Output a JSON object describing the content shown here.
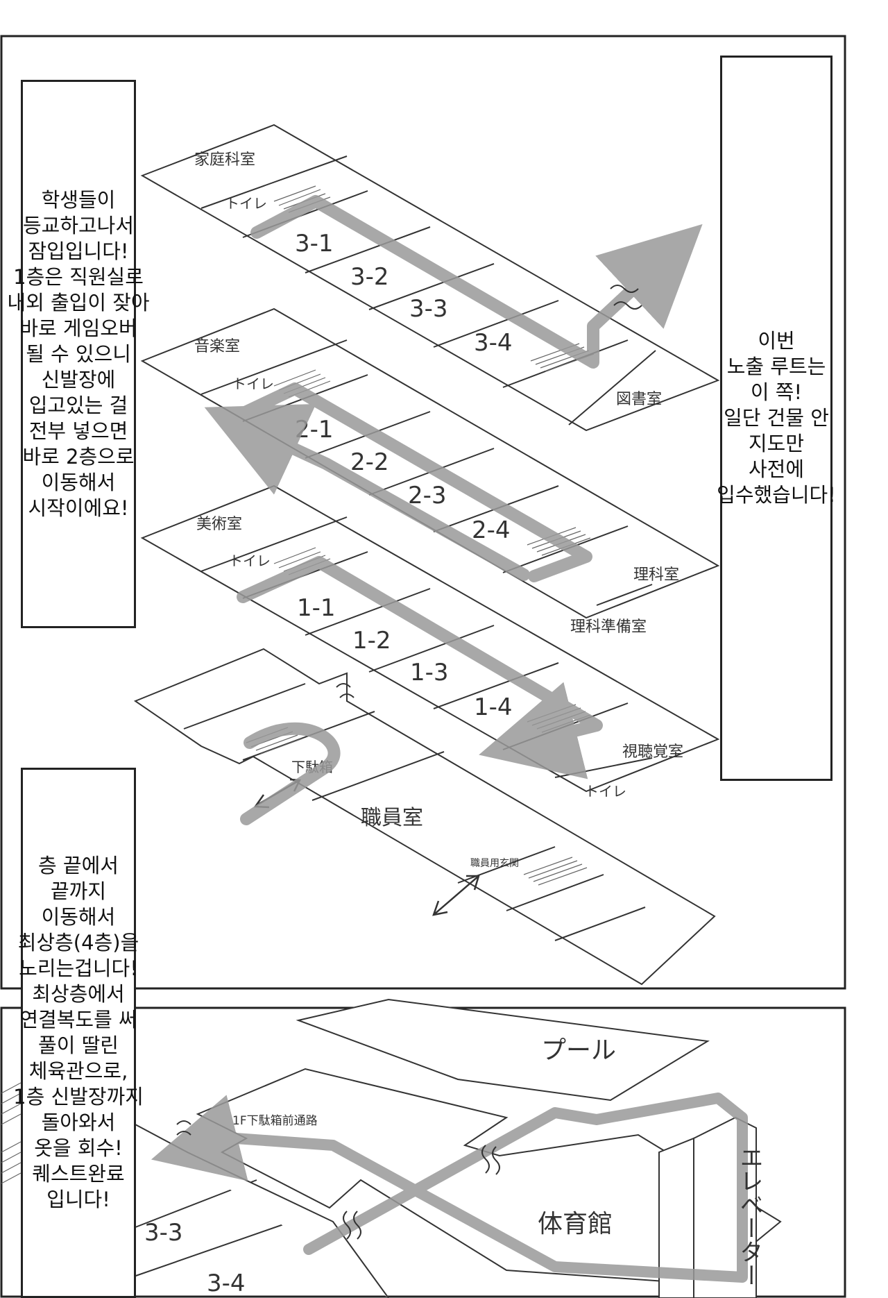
{
  "captions": {
    "left_top": [
      "학생들이",
      "등교하고나서",
      "잠입입니다!",
      "1층은 직원실로",
      "내외 출입이 잦아",
      "바로 게임오버",
      "될 수 있으니",
      "신발장에",
      "입고있는 걸",
      "전부 넣으면",
      "바로 2층으로",
      "이동해서",
      "시작이에요!"
    ],
    "right": [
      "이번",
      "노출 루트는",
      "이 쪽!",
      "일단 건물 안",
      "지도만",
      "사전에",
      "입수했습니다!"
    ],
    "left_bottom": [
      "층 끝에서",
      "끝까지",
      "이동해서",
      "최상층(4층)을",
      "노리는겁니다!",
      "최상층에서",
      "연결복도를 써",
      "풀이 딸린",
      "체육관으로,",
      "1층 신발장까지",
      "돌아와서",
      "옷을 회수!",
      "퀘스트완료",
      "입니다!"
    ]
  },
  "floor3": {
    "rooms": [
      "家庭科室",
      "トイレ",
      "3-1",
      "3-2",
      "3-3",
      "3-4",
      "図書室"
    ]
  },
  "floor2": {
    "rooms": [
      "音楽室",
      "トイレ",
      "2-1",
      "2-2",
      "2-3",
      "2-4",
      "理科室",
      "理科準備室"
    ]
  },
  "floor1": {
    "rooms": [
      "美術室",
      "トイレ",
      "1-1",
      "1-2",
      "1-3",
      "1-4",
      "視聴覚室",
      "トイレ"
    ]
  },
  "floor0": {
    "rooms": [
      "下駄箱",
      "職員室",
      "職員用玄関"
    ]
  },
  "bottom_panel": {
    "labels": [
      "プール",
      "1F下駄箱前通路",
      "体育館",
      "エレベーター",
      "3-3",
      "3-4"
    ]
  }
}
